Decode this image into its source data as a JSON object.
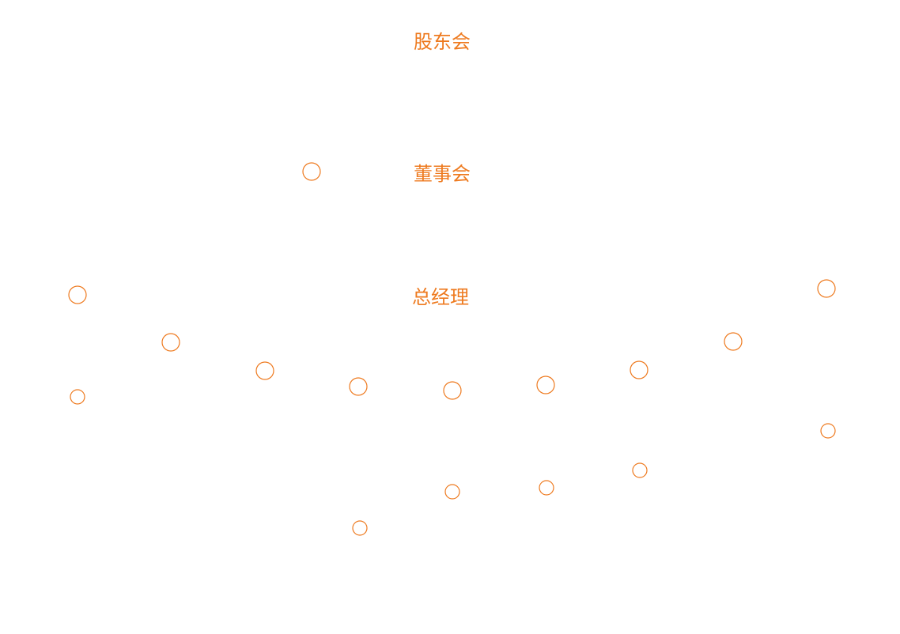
{
  "diagram": {
    "accent_color": "#ee7a1f",
    "labels": {
      "shareholders": "股东会",
      "board": "董事会",
      "general_manager": "总经理"
    }
  }
}
